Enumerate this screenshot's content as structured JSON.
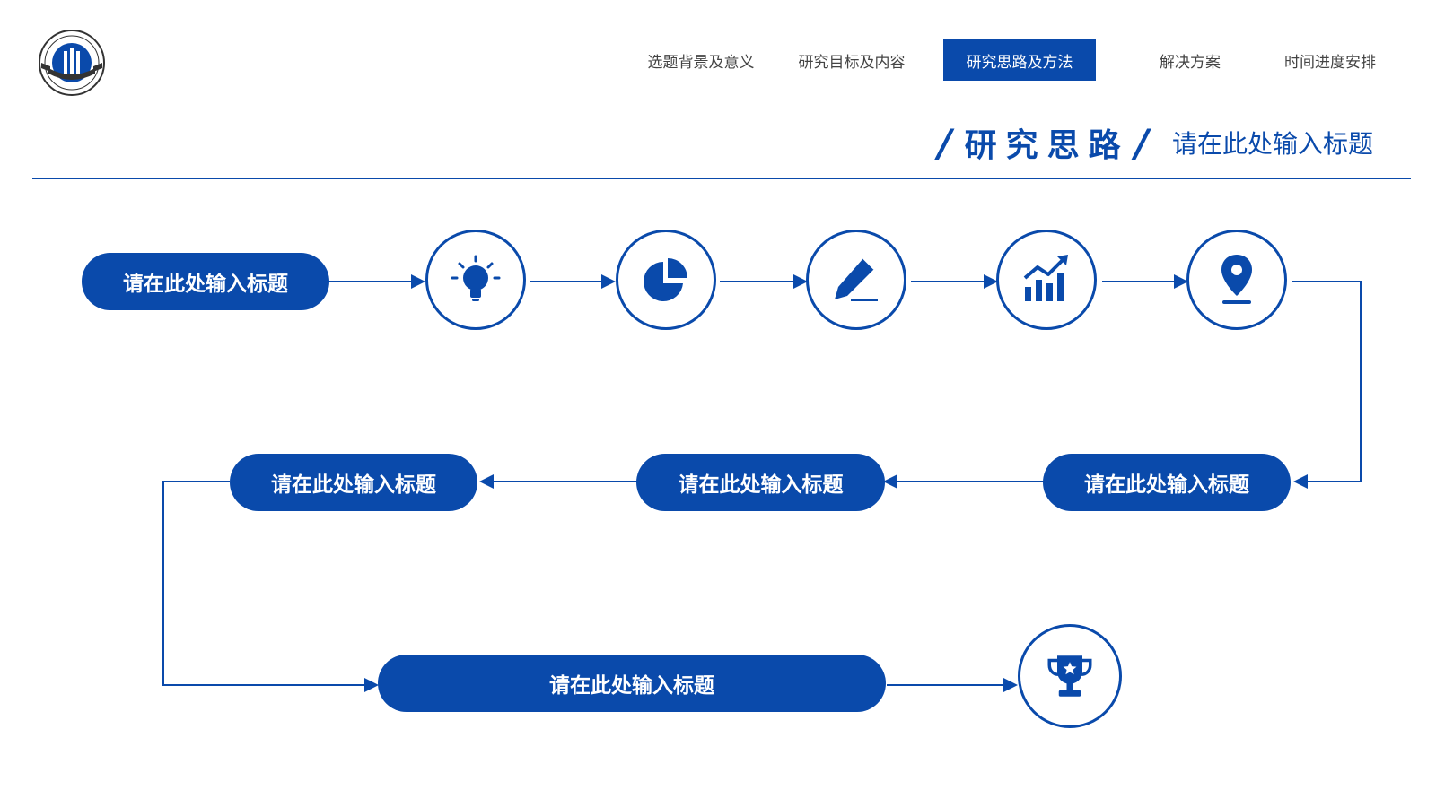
{
  "nav": {
    "items": [
      {
        "label": "选题背景及意义"
      },
      {
        "label": "研究目标及内容"
      },
      {
        "label": "研究思路及方法"
      },
      {
        "label": "解决方案"
      },
      {
        "label": "时间进度安排"
      }
    ],
    "active_index": 2
  },
  "header": {
    "title": "研究思路",
    "subtitle": "请在此处输入标题"
  },
  "flow": {
    "start_label": "请在此处输入标题",
    "row2_right": "请在此处输入标题",
    "row2_middle": "请在此处输入标题",
    "row2_left": "请在此处输入标题",
    "row3_label": "请在此处输入标题",
    "icons": [
      "lightbulb-icon",
      "pie-chart-icon",
      "pencil-icon",
      "bar-chart-icon",
      "location-pin-icon",
      "trophy-icon"
    ]
  },
  "colors": {
    "accent": "#0a4aab"
  }
}
